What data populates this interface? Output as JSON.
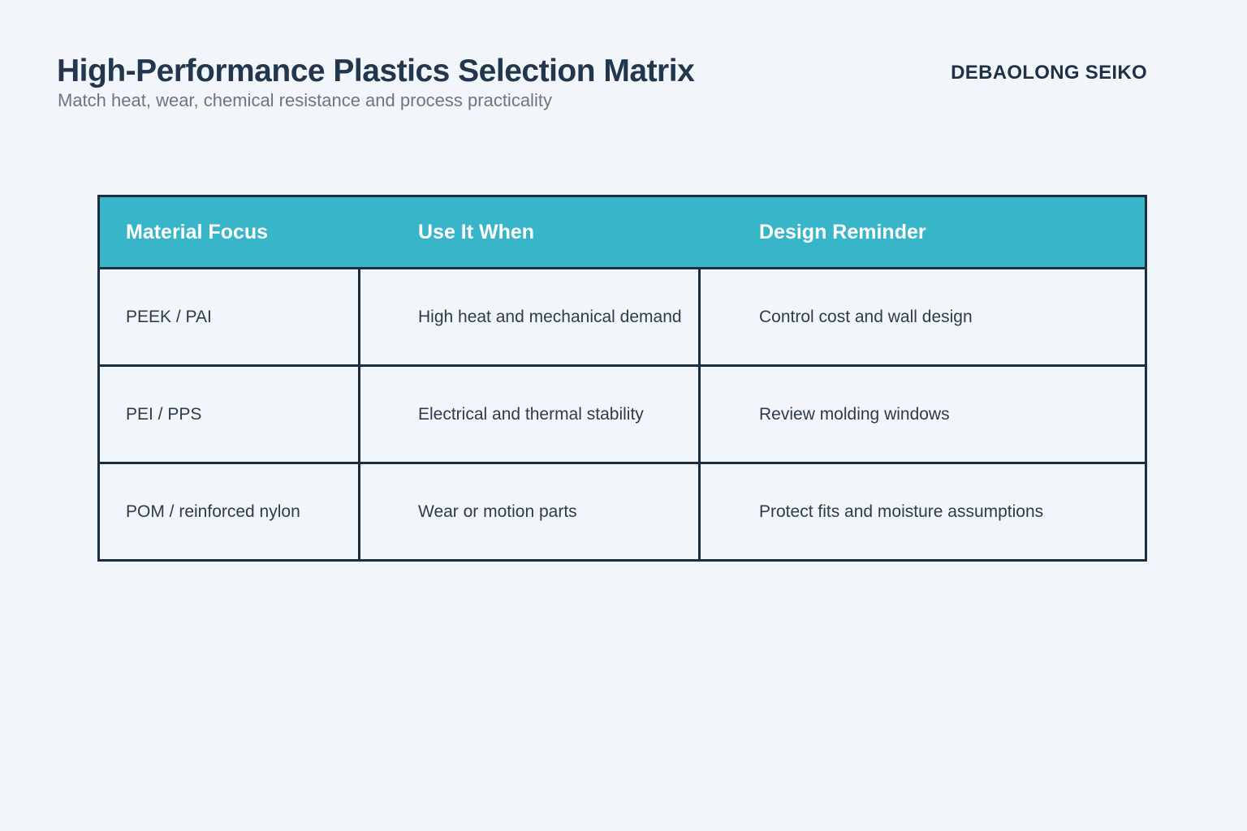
{
  "header": {
    "title": "High-Performance Plastics Selection Matrix",
    "subtitle": "Match heat, wear, chemical resistance and process practicality",
    "brand": "DEBAOLONG SEIKO"
  },
  "colors": {
    "page_background": "#f2f6fa",
    "accent_teal": "#39b5c9",
    "border_navy": "#1c2f42",
    "title_navy": "#22374e",
    "body_text": "#2d3b4a",
    "subtitle_gray": "#6b7682",
    "header_text": "#ffffff"
  },
  "table": {
    "columns": [
      "Material Focus",
      "Use It When",
      "Design Reminder"
    ],
    "rows": [
      {
        "material": "PEEK / PAI",
        "use_when": "High heat and mechanical demand",
        "reminder": "Control cost and wall design"
      },
      {
        "material": "PEI / PPS",
        "use_when": "Electrical and thermal stability",
        "reminder": "Review molding windows"
      },
      {
        "material": "POM / reinforced nylon",
        "use_when": "Wear or motion parts",
        "reminder": "Protect fits and moisture assumptions"
      }
    ]
  }
}
